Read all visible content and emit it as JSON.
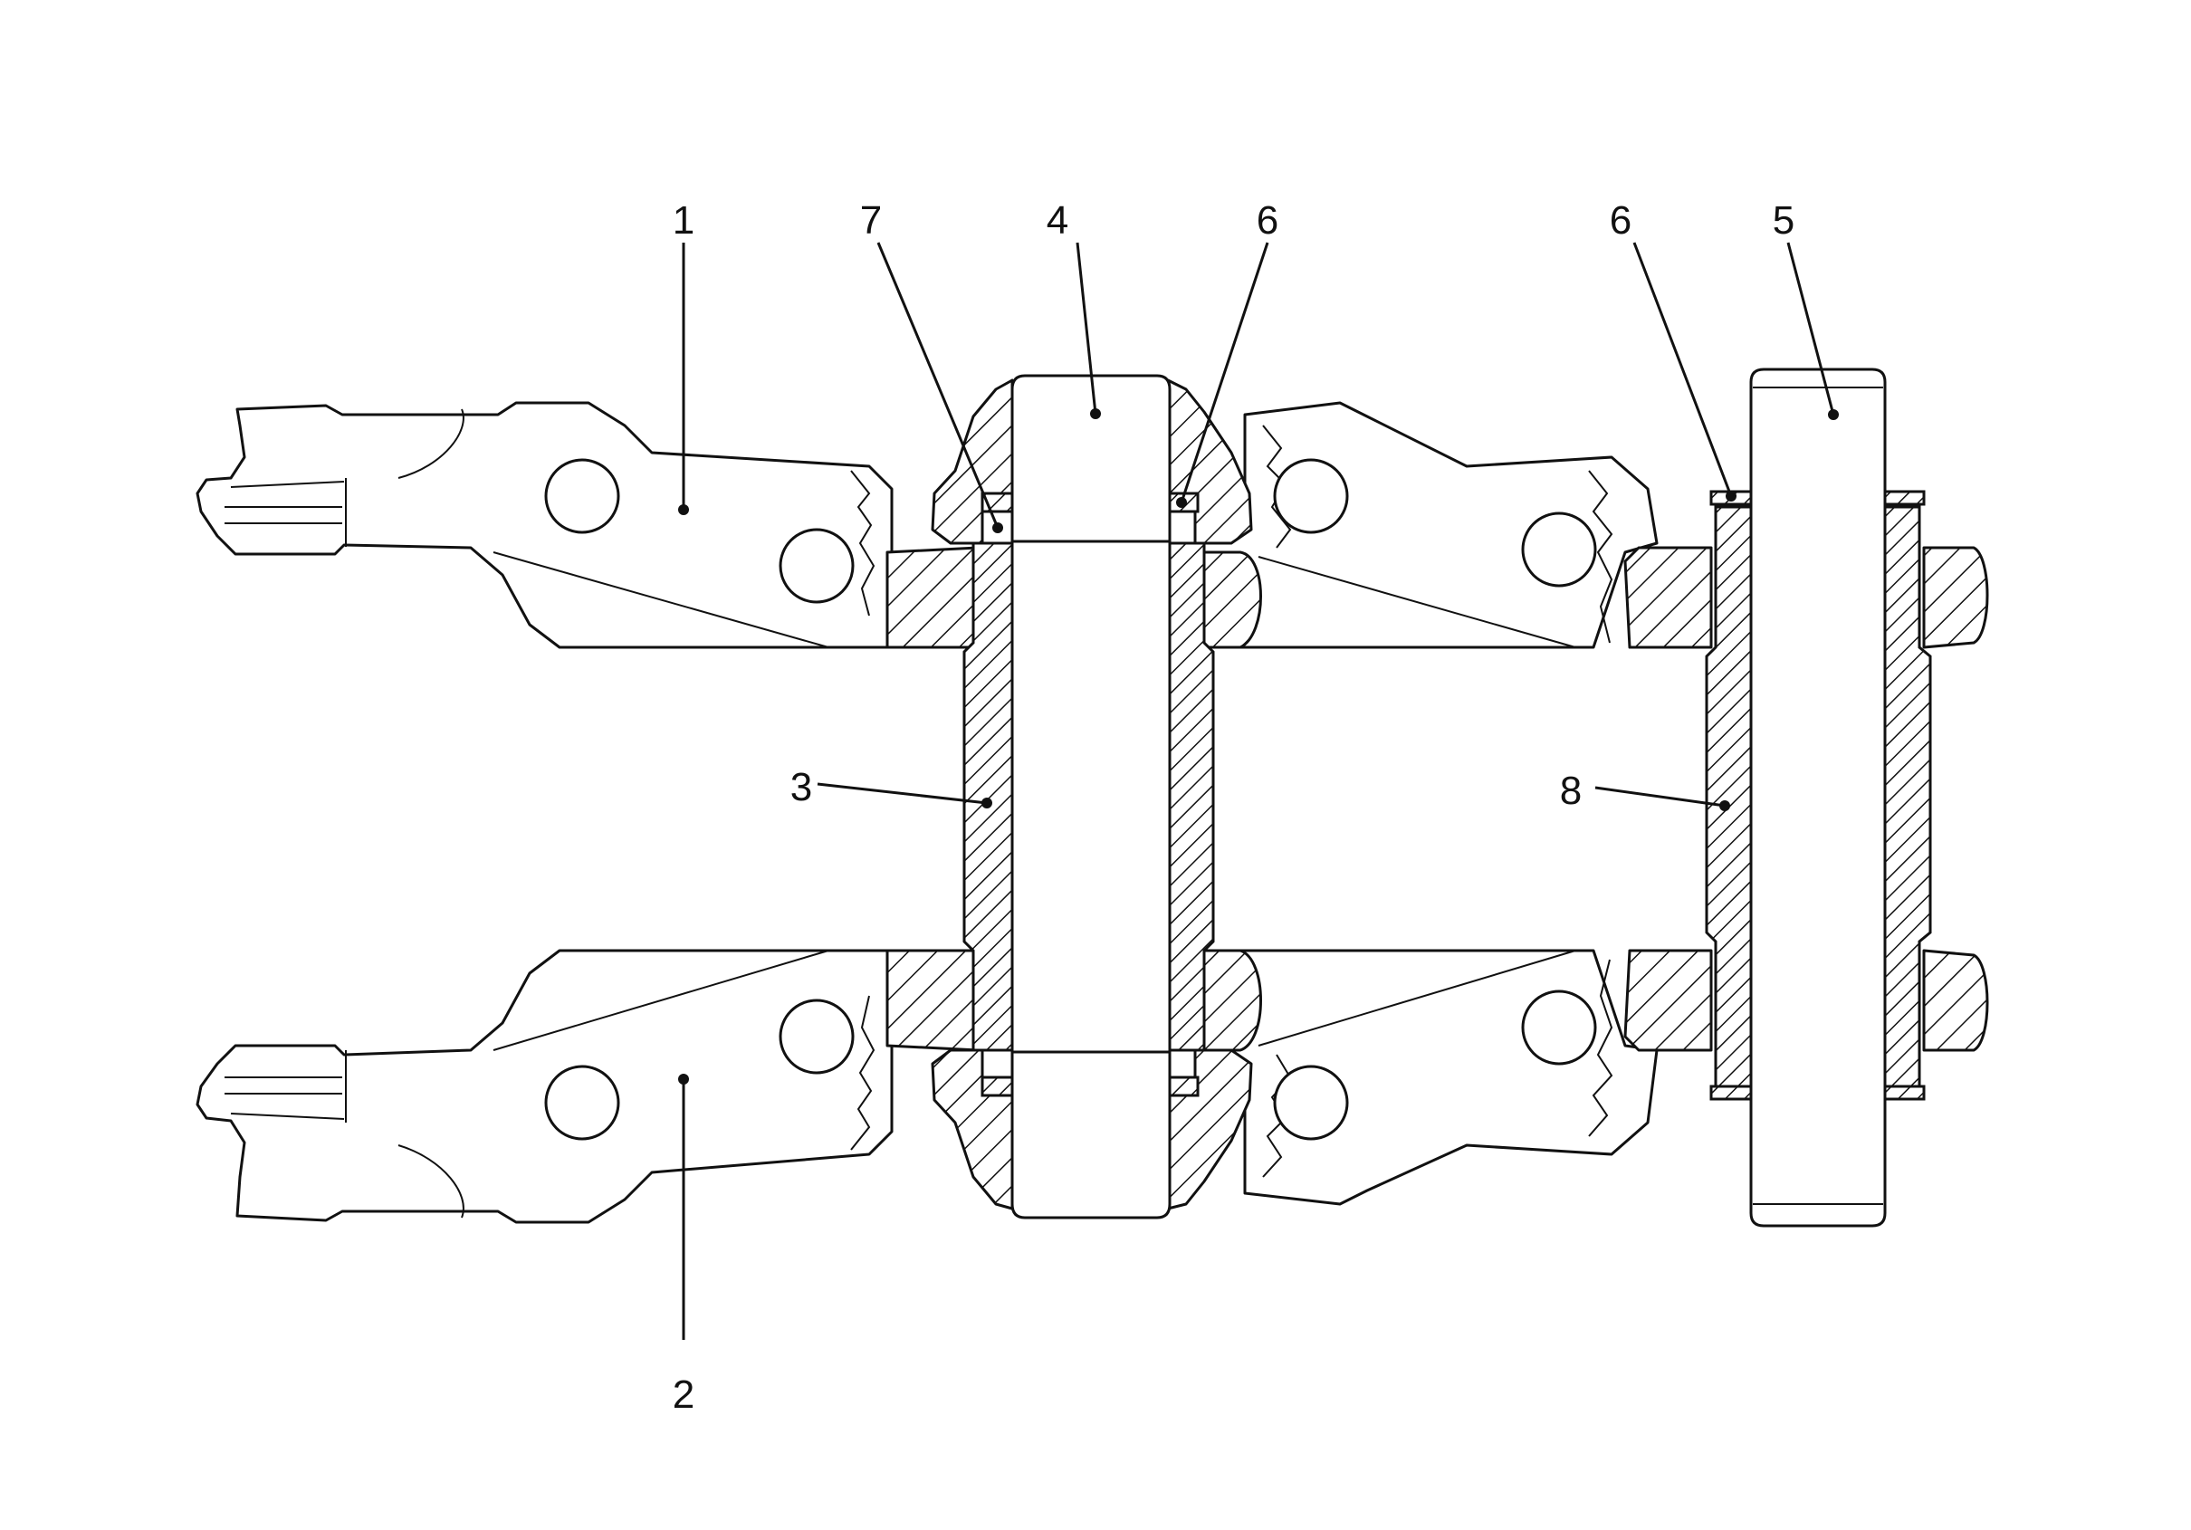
{
  "callouts": {
    "c1": "1",
    "c2": "2",
    "c3": "3",
    "c4": "4",
    "c5": "5",
    "c6a": "6",
    "c6b": "6",
    "c7": "7",
    "c8": "8"
  },
  "colors": {
    "ink": "#111111",
    "paper": "#ffffff"
  }
}
